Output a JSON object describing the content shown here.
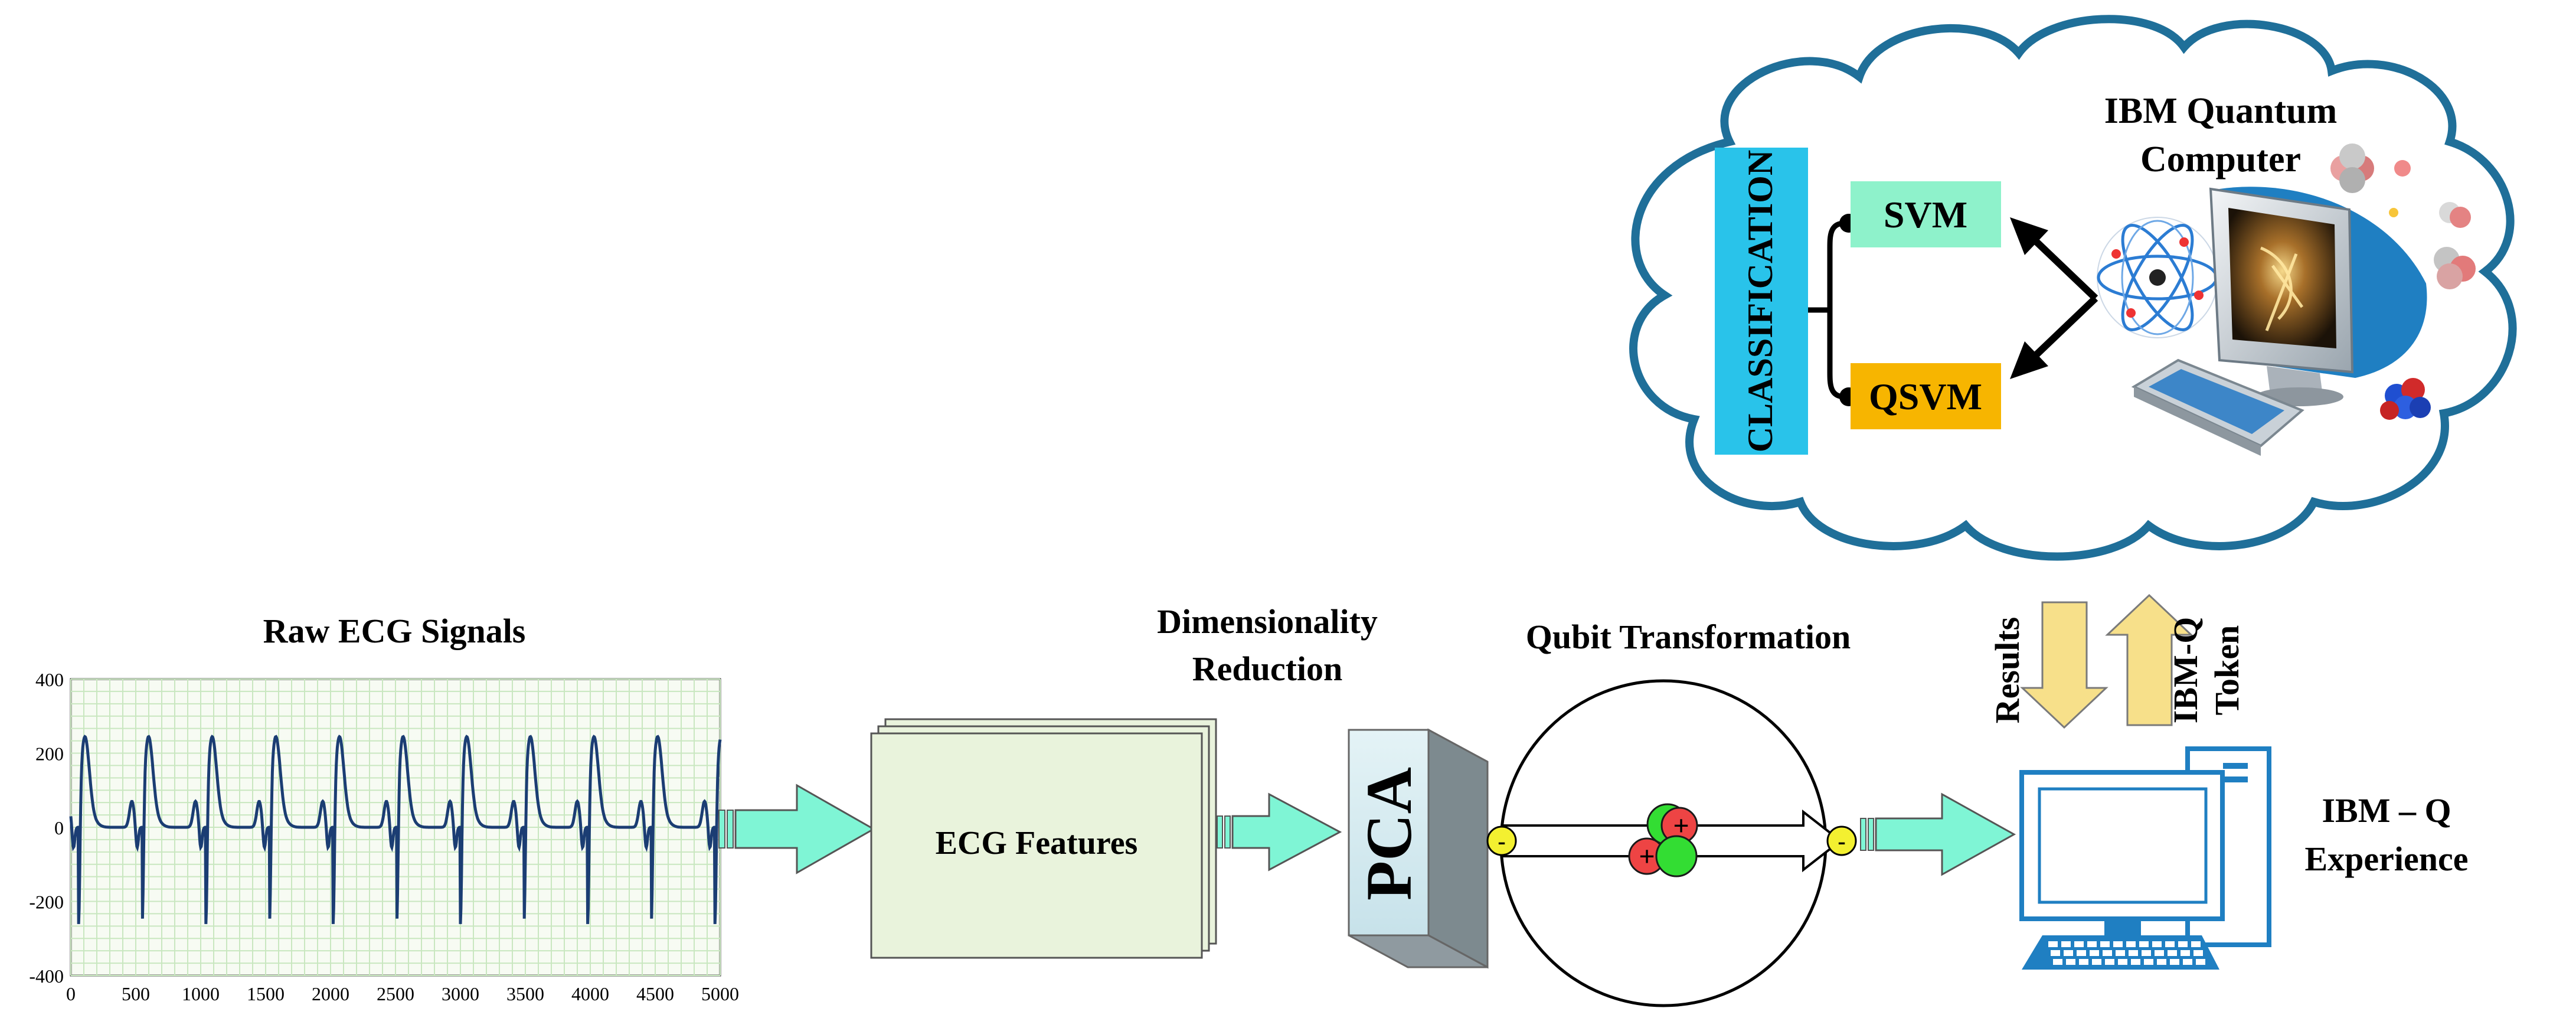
{
  "labels": {
    "raw_ecg_title": "Raw ECG Signals",
    "dimensionality_line1": "Dimensionality",
    "dimensionality_line2": "Reduction",
    "qubit_title": "Qubit Transformation",
    "ecg_features": "ECG Features",
    "pca": "PCA",
    "classification": "CLASSIFICATION",
    "svm": "SVM",
    "qsvm": "QSVM",
    "ibm_quantum_line1": "IBM Quantum",
    "ibm_quantum_line2": "Computer",
    "results": "Results",
    "token_line1": "IBM-Q",
    "token_line2": "Token",
    "ibmq_line1": "IBM – Q",
    "ibmq_line2": "Experience",
    "minus": "-",
    "plus": "+"
  },
  "ecg_plot": {
    "y_ticks": [
      "400",
      "200",
      "0",
      "-200",
      "-400"
    ],
    "x_ticks": [
      "0",
      "500",
      "1000",
      "1500",
      "2000",
      "2500",
      "3000",
      "3500",
      "4000",
      "4500",
      "5000"
    ],
    "xlim": [
      0,
      5000
    ],
    "ylim": [
      -400,
      400
    ],
    "beat_count": 10
  },
  "colors": {
    "arrow_fill": "#7ff5d5",
    "cloud_stroke": "#1f6f99",
    "classification": "#29c3ea",
    "svm": "#8ef2cb",
    "qsvm": "#f7b500",
    "result_arrow": "#f7e08a",
    "pca_face": "#d6ecf1",
    "ecg_line": "#1b3d73",
    "grid": "#c9e7c0",
    "features_box": "#e9f3dc",
    "monitor_blue": "#1f7fc2"
  }
}
